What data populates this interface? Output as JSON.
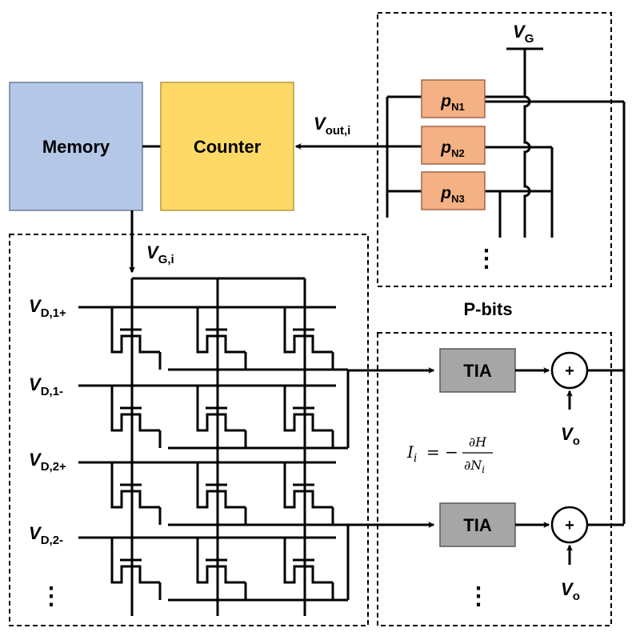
{
  "blocks": {
    "memory": "Memory",
    "counter": "Counter",
    "pbits_title": "P-bits",
    "tia": [
      "TIA",
      "TIA"
    ],
    "sum_symbol": "+"
  },
  "signals": {
    "vg": {
      "v": "V",
      "sub": "G"
    },
    "vout": {
      "v": "V",
      "sub": "out,i"
    },
    "vgi": {
      "v": "V",
      "sub": "G,i"
    },
    "vo": [
      {
        "v": "V",
        "sub": "o"
      },
      {
        "v": "V",
        "sub": "o"
      }
    ]
  },
  "pbit_labels": [
    {
      "p": "p",
      "sub": "N1"
    },
    {
      "p": "p",
      "sub": "N2"
    },
    {
      "p": "p",
      "sub": "N3"
    }
  ],
  "drain_lines": [
    {
      "v": "V",
      "sub": "D,1+"
    },
    {
      "v": "V",
      "sub": "D,1-"
    },
    {
      "v": "V",
      "sub": "D,2+"
    },
    {
      "v": "V",
      "sub": "D,2-"
    }
  ],
  "equation": {
    "lhs": "I",
    "lhs_sub": "i",
    "eq": "= −",
    "num": "∂H",
    "den": "∂N",
    "den_sub": "i"
  },
  "ellipsis": "⋮",
  "colors": {
    "memory": "#b4c7e7",
    "counter": "#ffd966",
    "pbit": "#f4b183",
    "tia": "#a6a6a6"
  }
}
